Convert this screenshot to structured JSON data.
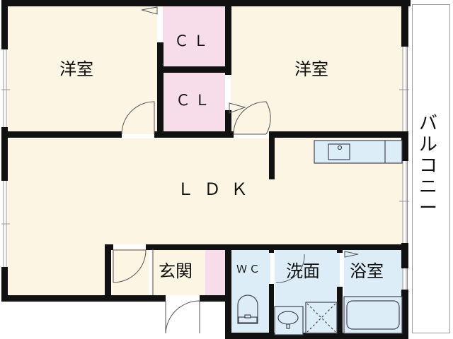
{
  "floor_plan": {
    "rooms": {
      "western_room_left": {
        "label": "洋室"
      },
      "closet_upper": {
        "label": "ＣＬ"
      },
      "closet_lower": {
        "label": "ＣＬ"
      },
      "western_room_right": {
        "label": "洋室"
      },
      "ldk": {
        "label": "ＬＤＫ"
      },
      "entrance": {
        "label": "玄関"
      },
      "toilet": {
        "label": "ＷＣ"
      },
      "washroom": {
        "label": "洗面"
      },
      "bathroom": {
        "label": "浴室"
      },
      "balcony": {
        "label": "バルコニー"
      }
    },
    "colors": {
      "floor": "#fdf5e3",
      "closet": "#f7dcea",
      "wet_area": "#dcedf8",
      "wall": "#111111"
    }
  }
}
